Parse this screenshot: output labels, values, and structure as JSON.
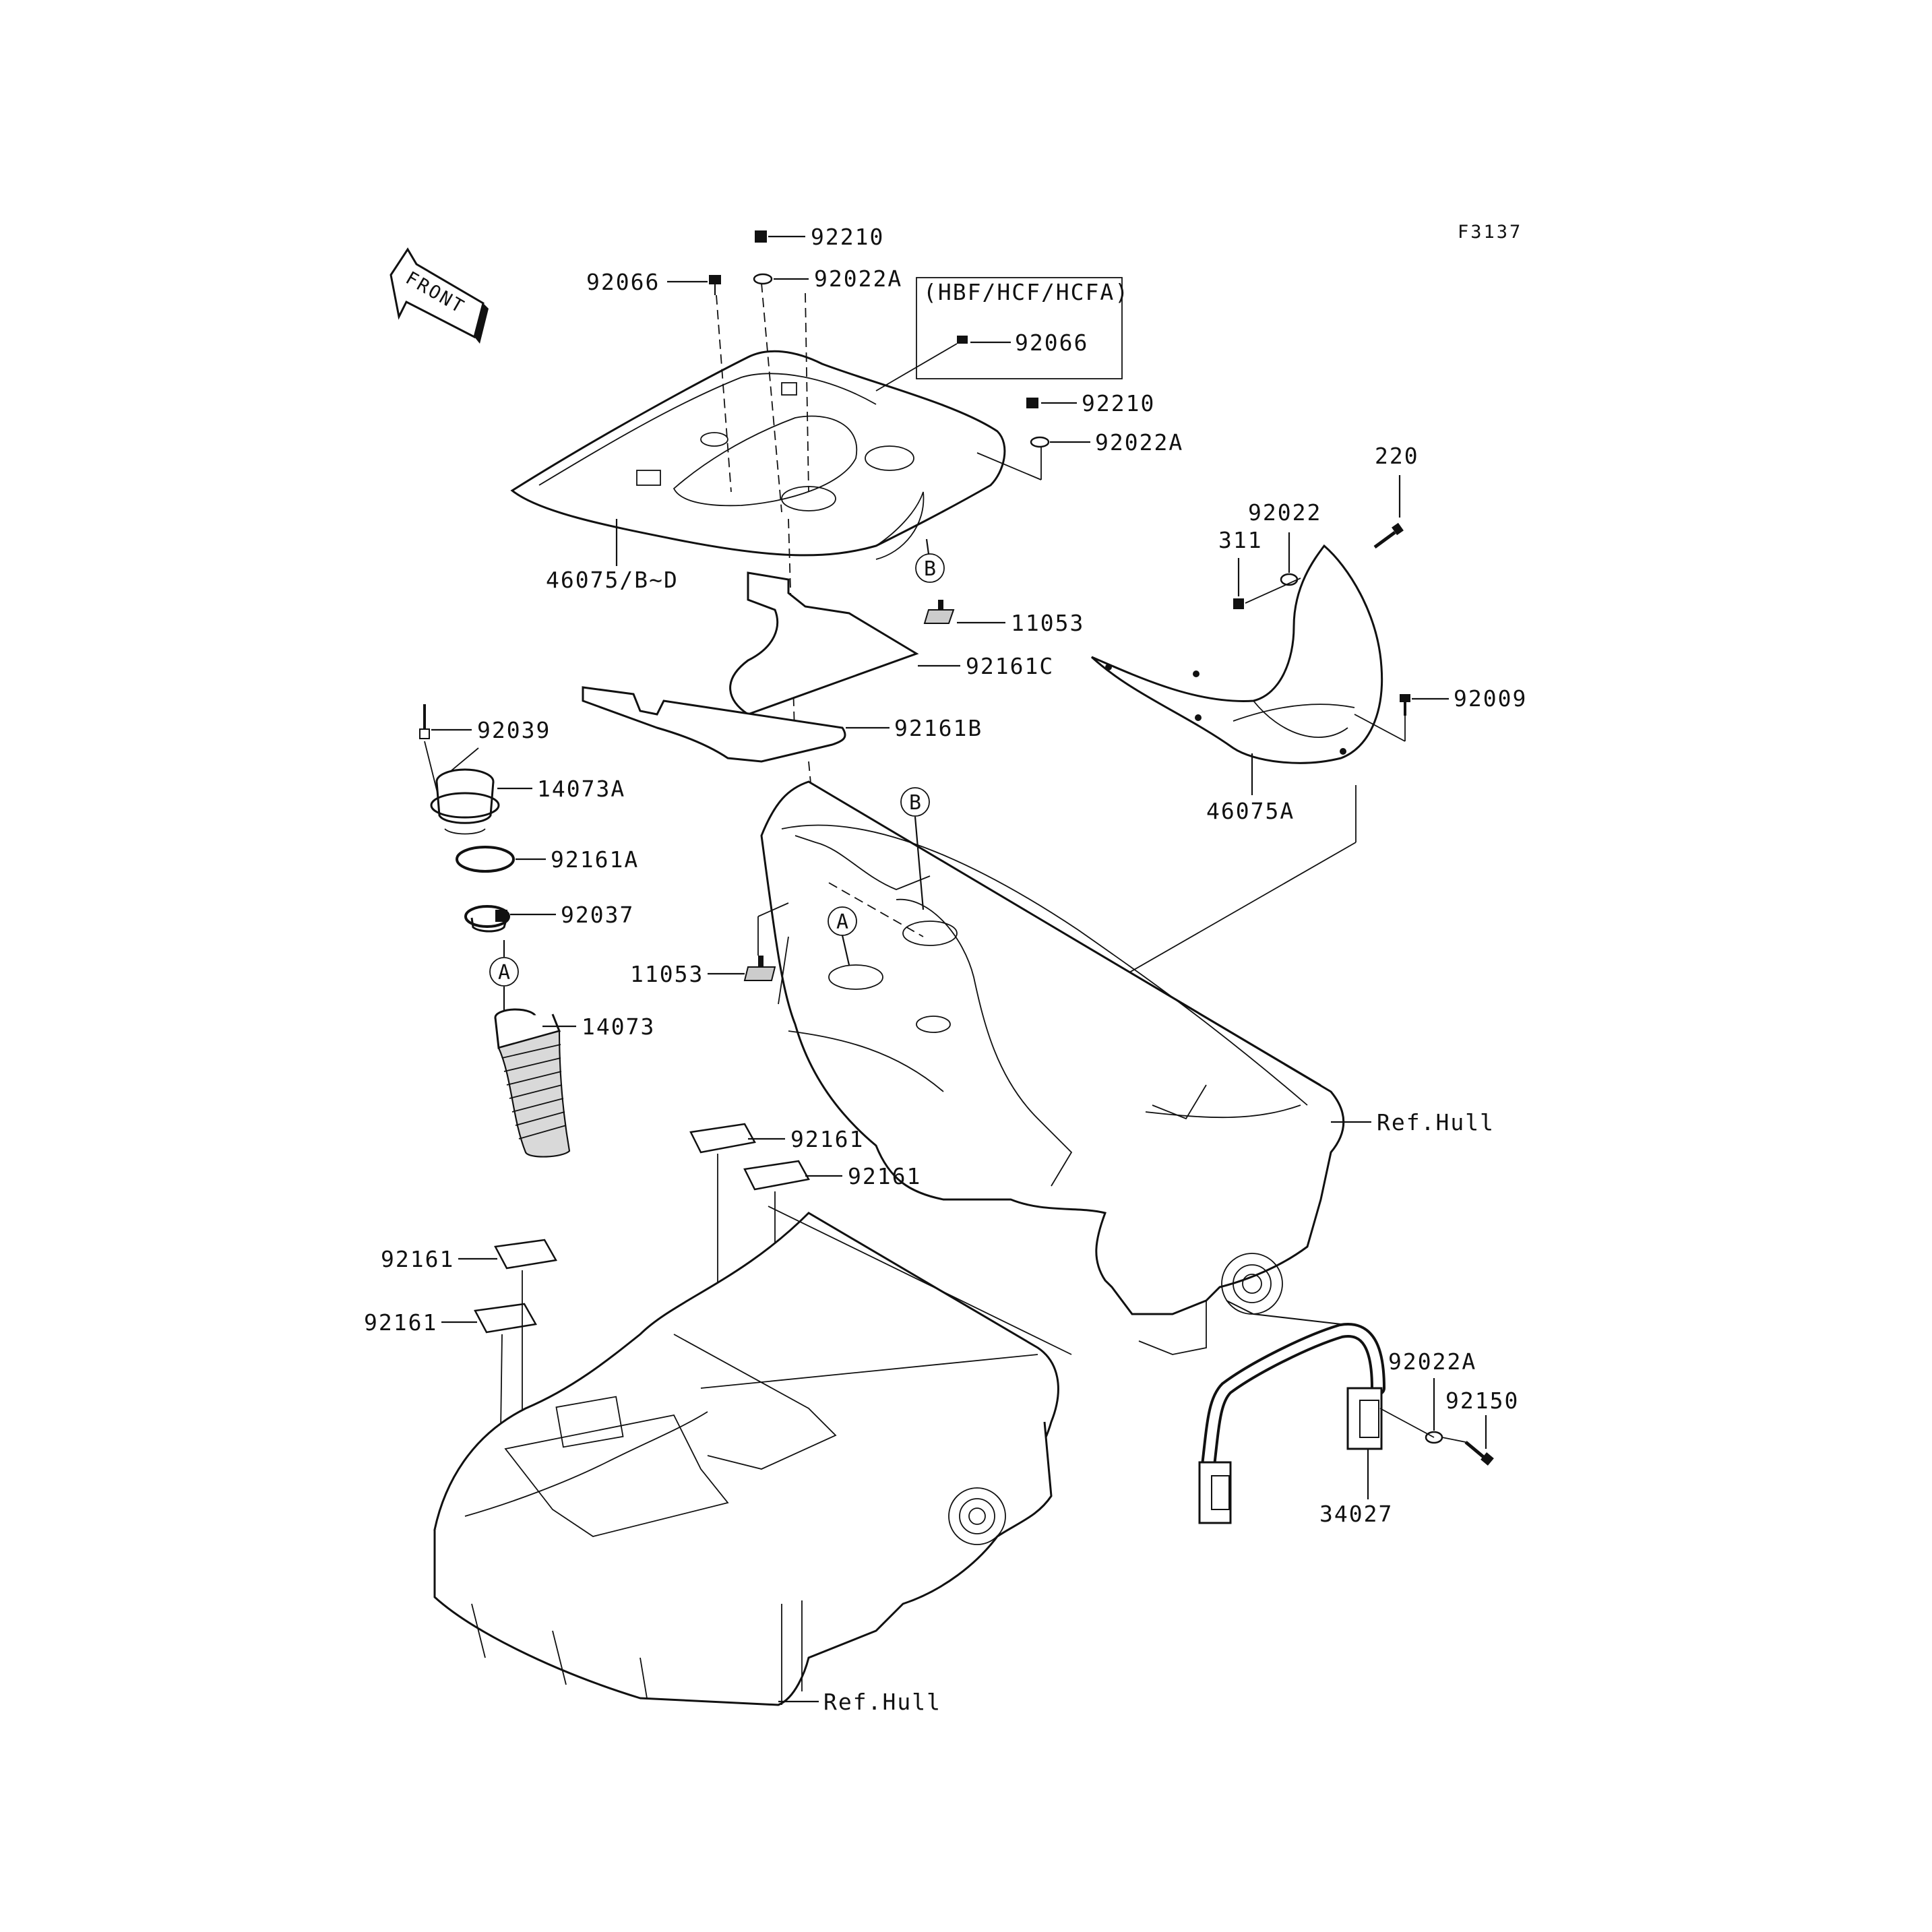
{
  "figure_code": "F3137",
  "front_label": "FRONT",
  "variant_note": "(HBF/HCF/HCFA)",
  "ref_letters": {
    "a": "A",
    "b": "B"
  },
  "callouts": {
    "p92210_top": "92210",
    "p92022A_top": "92022A",
    "p92066_left": "92066",
    "p92066_box": "92066",
    "p92210_right": "92210",
    "p92022A_right": "92022A",
    "p220": "220",
    "p92022": "92022",
    "p311": "311",
    "p46075BD": "46075/B~D",
    "p11053_upper": "11053",
    "p92161C": "92161C",
    "p92161B": "92161B",
    "p92009": "92009",
    "p92039": "92039",
    "p14073A": "14073A",
    "p92161A": "92161A",
    "p92037": "92037",
    "p46075A": "46075A",
    "p11053_lower": "11053",
    "p14073": "14073",
    "ref_hull_right": "Ref.Hull",
    "p92161_1": "92161",
    "p92161_2": "92161",
    "p92161_3": "92161",
    "p92161_4": "92161",
    "p92022A_lower": "92022A",
    "p92150": "92150",
    "p34027": "34027",
    "ref_hull_bottom": "Ref.Hull"
  }
}
